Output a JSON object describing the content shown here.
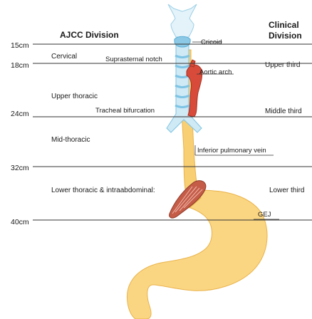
{
  "headers": {
    "ajcc": "AJCC Division",
    "clinical_line1": "Clinical",
    "clinical_line2": "Division"
  },
  "depths": [
    "15cm",
    "18cm",
    "24cm",
    "32cm",
    "40cm"
  ],
  "ajcc_regions": {
    "cervical": "Cervical",
    "upper_thoracic": "Upper thoracic",
    "mid_thoracic": "Mid-thoracic",
    "lower_thoracic": "Lower thoracic & intraabdominal:"
  },
  "landmarks": {
    "cricoid": "Cricoid",
    "suprasternal_notch": "Suprasternal notch",
    "aortic_arch": "Aortic arch",
    "tracheal_bifurcation": "Tracheal bifurcation",
    "inferior_pulmonary_vein": "Inferior pulmonary vein",
    "gej": "GEJ"
  },
  "clinical_divisions": {
    "upper": "Upper third",
    "middle": "Middle third",
    "lower": "Lower third"
  },
  "colors": {
    "esophagus": "#f8cf72",
    "stomach": "#fbd682",
    "trachea": "#cfe9f5",
    "trachea_ring": "#7ec4e4",
    "aorta": "#d84b3a",
    "vein": "#c45c48",
    "line": "#333333"
  }
}
